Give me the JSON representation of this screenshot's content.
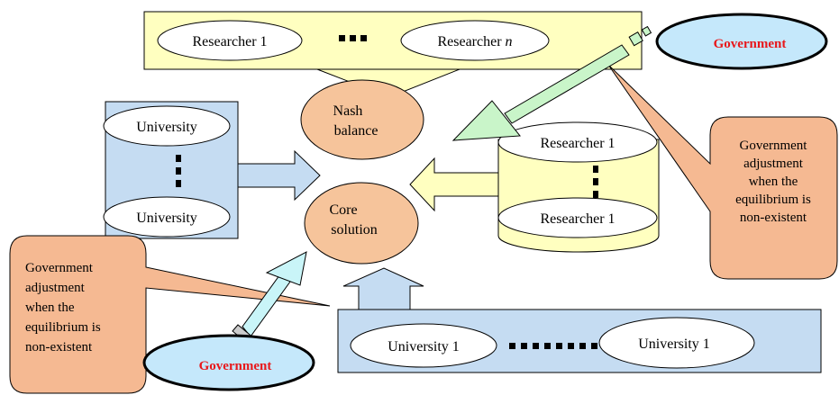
{
  "colors": {
    "yellow_panel": "#ffffc0",
    "blue_panel": "#c5dcf2",
    "orange_node": "#f6c49b",
    "orange_callout": "#f5b992",
    "green_arrow": "#c9f5c9",
    "cyan_arrow": "#c9f5f8",
    "gov_oval": "#c5e8fb",
    "gov_text": "#e8181b"
  },
  "top_panel": {
    "left_label": "Researcher 1",
    "right_label_prefix": "Researcher ",
    "right_label_var": "n"
  },
  "left_panel": {
    "top_label": "University",
    "bottom_label": "University"
  },
  "right_panel": {
    "top_label": "Researcher 1",
    "bottom_label": "Researcher 1"
  },
  "bottom_panel": {
    "left_label": "University 1",
    "right_label": "University 1"
  },
  "center": {
    "nash_line1": "Nash",
    "nash_line2": "balance",
    "core_line1": "Core",
    "core_line2": "solution"
  },
  "government": {
    "top_label": "Government",
    "bottom_label": "Government"
  },
  "callouts": {
    "right": [
      "Government",
      "adjustment",
      "when the",
      "equilibrium is",
      "non-existent"
    ],
    "left": [
      "Government",
      "adjustment",
      "when the",
      "equilibrium is",
      "non-existent"
    ]
  }
}
